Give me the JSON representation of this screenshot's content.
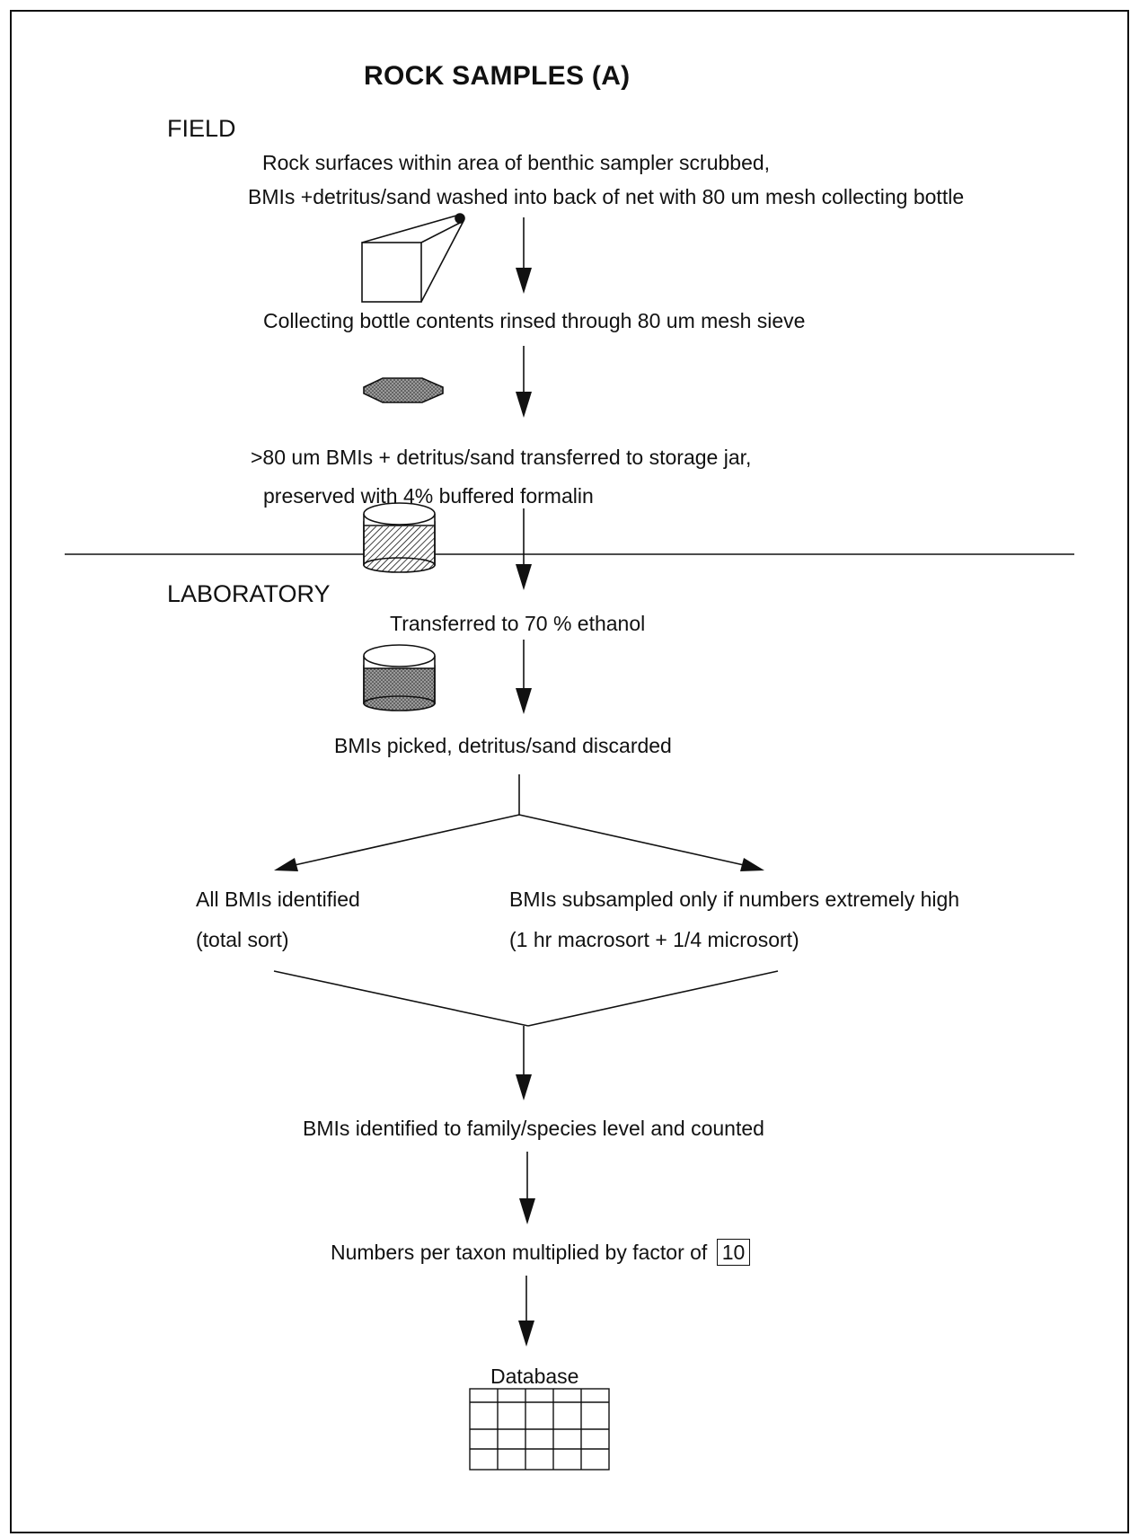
{
  "title": "ROCK SAMPLES (A)",
  "sections": {
    "field": "FIELD",
    "laboratory": "LABORATORY"
  },
  "steps": {
    "scrub_line1": "Rock surfaces within area of benthic sampler scrubbed,",
    "scrub_line2": "BMIs +detritus/sand washed into back of net with 80 um mesh collecting bottle",
    "rinse": "Collecting bottle contents rinsed through 80 um mesh sieve",
    "transfer_line1": ">80 um BMIs + detritus/sand transferred to storage jar,",
    "transfer_line2": "preserved with 4% buffered formalin",
    "ethanol": "Transferred to 70 % ethanol",
    "picked": "BMIs picked, detritus/sand discarded",
    "all_line1": "All BMIs identified",
    "all_line2": "(total sort)",
    "sub_line1": "BMIs subsampled only if numbers extremely high",
    "sub_line2": "(1 hr macrosort + 1/4 microsort)",
    "identified": "BMIs identified to family/species level and counted",
    "multiplied": "Numbers per taxon multiplied by factor of",
    "factor": "10",
    "database": "Database"
  },
  "icons": [
    "benthic-sampler-icon",
    "sieve-icon",
    "formalin-jar-icon",
    "ethanol-jar-icon",
    "database-grid-icon"
  ]
}
